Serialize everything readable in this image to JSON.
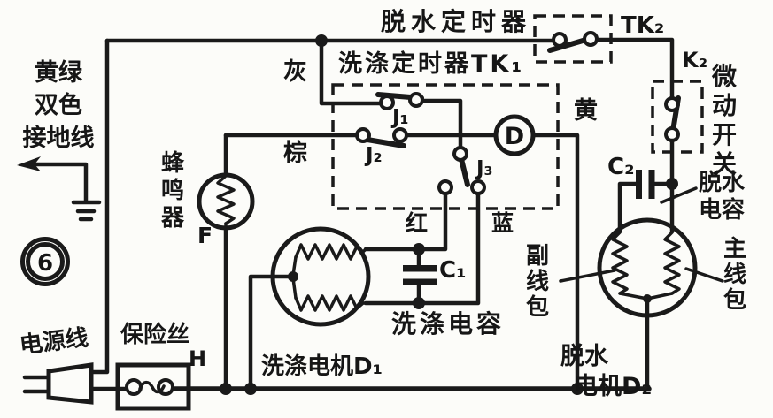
{
  "figure_number": "6",
  "colors": {
    "ink": "#1a1a1a",
    "paper": "#fcfcf9"
  },
  "diagram": {
    "ground_wire": "黄绿\n双色\n接地线",
    "dehydration_timer": "脱水定时器",
    "dehydration_timer_contact": "TK₂",
    "washing_timer": "洗涤定时器TK₁",
    "micro_switch_contact": "K₂",
    "micro_switch": "微\n动\n开\n关",
    "wire_gray": "灰",
    "wire_brown": "棕",
    "wire_yellow": "黄",
    "wire_red": "红",
    "wire_blue": "蓝",
    "contact_j1": "J₁",
    "contact_j2": "J₂",
    "contact_j3": "J₃",
    "buzzer": "蜂\n鸣\n器",
    "buzzer_symbol": "F",
    "indicator_symbol": "D",
    "washing_capacitor_symbol": "C₁",
    "washing_capacitor": "洗涤电容",
    "washing_motor": "洗涤电机D₁",
    "dehydration_capacitor_symbol": "C₂",
    "dehydration_capacitor": "脱水\n电容",
    "auxiliary_winding": "副\n线\n包",
    "main_winding": "主\n线\n包",
    "dehydration_motor_line1": "脱水",
    "dehydration_motor_line2": "电机D₂",
    "power_cord": "电源线",
    "fuse": "保险丝",
    "fuse_symbol": "H"
  }
}
